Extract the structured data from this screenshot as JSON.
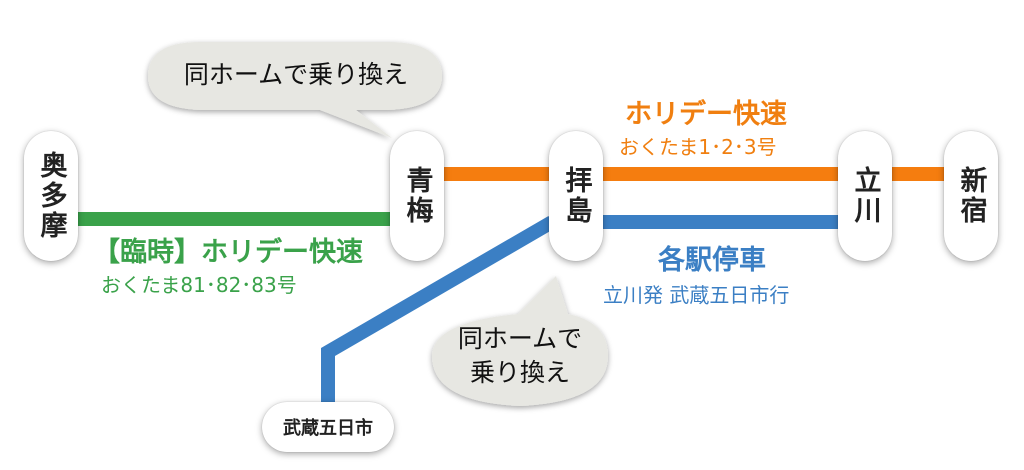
{
  "stations": {
    "okutama": "奥多摩",
    "ome": "青梅",
    "haijima": "拝島",
    "tachikawa": "立川",
    "shinjuku": "新宿",
    "musashi_itsukaichi": "武蔵五日市"
  },
  "callouts": {
    "top": "同ホームで乗り換え",
    "bottom_line1": "同ホームで",
    "bottom_line2": "乗り換え"
  },
  "services": {
    "green": {
      "title": "【臨時】ホリデー快速",
      "subtitle": "おくたま81･82･83号",
      "color": "#3aa24a"
    },
    "orange": {
      "title": "ホリデー快速",
      "subtitle": "おくたま1･2･3号",
      "color": "#f57d0f"
    },
    "blue": {
      "title": "各駅停車",
      "subtitle": "立川発 武蔵五日市行",
      "color": "#3b7fc4"
    }
  }
}
